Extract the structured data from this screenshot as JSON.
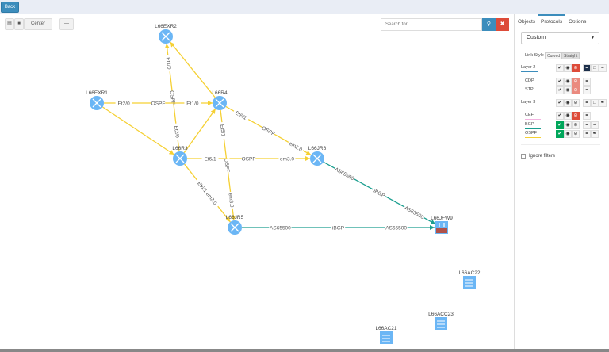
{
  "topbar": {
    "back_label": "Back"
  },
  "toolbar": {
    "save_icon": "save-icon",
    "open_icon": "folder-icon",
    "center_label": "Center",
    "more_label": "—"
  },
  "search": {
    "placeholder": "Search for...",
    "search_icon": "search-icon",
    "clear_icon": "close-icon"
  },
  "colors": {
    "ospf": "#f5d033",
    "bgp": "#1a9e8f",
    "node": "#6bb6f5",
    "accent": "#3c8dbc",
    "danger": "#dd4b39",
    "success": "#00a65a"
  },
  "nodes": [
    {
      "id": "L66EXR2",
      "type": "router"
    },
    {
      "id": "L66EXR1",
      "type": "router"
    },
    {
      "id": "L66R4",
      "type": "router"
    },
    {
      "id": "L66R3",
      "type": "router"
    },
    {
      "id": "L66JR6",
      "type": "router"
    },
    {
      "id": "L66JR5",
      "type": "router"
    },
    {
      "id": "L66JFW9",
      "type": "firewall"
    },
    {
      "id": "L66AC22",
      "type": "switch"
    },
    {
      "id": "L66ACC23",
      "type": "switch"
    },
    {
      "id": "L66AC21",
      "type": "switch"
    }
  ],
  "links": [
    {
      "a": "L66R3",
      "b": "L66EXR2",
      "proto": "ospf",
      "labels": [
        "Et2/0",
        "OSPF",
        "Et1/0"
      ]
    },
    {
      "a": "L66R4",
      "b": "L66EXR2",
      "proto": "ospf",
      "labels": []
    },
    {
      "a": "L66EXR1",
      "b": "L66R4",
      "proto": "ospf",
      "labels": [
        "Et2/0",
        "OSPF",
        "Et1/0"
      ]
    },
    {
      "a": "L66EXR1",
      "b": "L66R3",
      "proto": "ospf",
      "labels": []
    },
    {
      "a": "L66R3",
      "b": "L66R4",
      "proto": "ospf",
      "labels": []
    },
    {
      "a": "L66R4",
      "b": "L66JR6",
      "proto": "ospf",
      "labels": [
        "Et6/1",
        "OSPF",
        "em2.0"
      ]
    },
    {
      "a": "L66R3",
      "b": "L66JR6",
      "proto": "ospf",
      "labels": [
        "Et6/1",
        "OSPF",
        "em3.0"
      ]
    },
    {
      "a": "L66R4",
      "b": "L66JR5",
      "proto": "ospf",
      "labels": [
        "Et5/1",
        "OSPF",
        "em3.0"
      ]
    },
    {
      "a": "L66R3",
      "b": "L66JR5",
      "proto": "ospf",
      "labels": [
        "",
        "Et6/1.em2.0",
        ""
      ]
    },
    {
      "a": "L66JR6",
      "b": "L66JFW9",
      "proto": "bgp",
      "labels": [
        "AS65500",
        "iBGP",
        "AS65500"
      ]
    },
    {
      "a": "L66JR5",
      "b": "L66JFW9",
      "proto": "bgp",
      "labels": [
        "AS65500",
        "iBGP",
        "AS65500"
      ]
    }
  ],
  "panel": {
    "tabs": [
      "Objects",
      "Protocols",
      "Options"
    ],
    "active_tab": "Protocols",
    "preset": "Custom",
    "link_style_label": "Link Style",
    "link_styles": [
      "Curved",
      "Straight"
    ],
    "link_style_selected": "Straight",
    "layer2": {
      "label": "Layer 2",
      "protocols": [
        "CDP",
        "STP"
      ]
    },
    "layer3": {
      "label": "Layer 3",
      "protocols": [
        "CEF",
        "BGP",
        "OSPF"
      ]
    },
    "ignore_filters": "Ignore filters",
    "ignore_filters_checked": false
  }
}
